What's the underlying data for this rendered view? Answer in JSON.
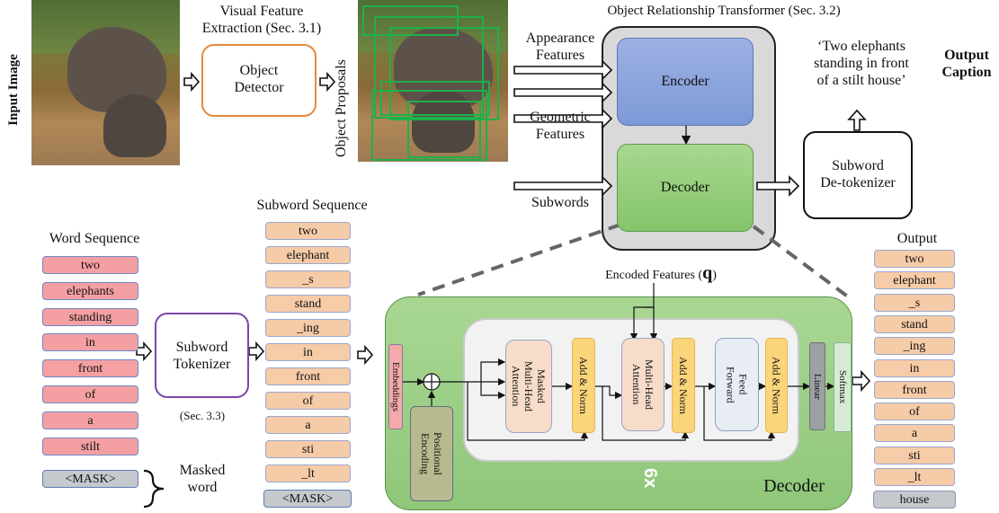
{
  "input_label": "Input Image",
  "visual_feature": {
    "line1": "Visual Feature",
    "line2": "Extraction (Sec. 3.1)"
  },
  "detector": {
    "line1": "Object",
    "line2": "Detector"
  },
  "proposals_label": "Object Proposals",
  "transformer_title": "Object Relationship Transformer (Sec. 3.2)",
  "inputs": {
    "appearance": {
      "line1": "Appearance",
      "line2": "Features"
    },
    "geometric": {
      "line1": "Geometric",
      "line2": "Features"
    },
    "subwords": "Subwords"
  },
  "encoder_label": "Encoder",
  "decoder_label": "Decoder",
  "caption": {
    "line1": "‘Two elephants",
    "line2": "standing in front",
    "line3": "of a stilt house’"
  },
  "output_caption": {
    "line1": "Output",
    "line2": "Caption"
  },
  "detokenizer": {
    "line1": "Subword",
    "line2": "De-tokenizer"
  },
  "word_sequence": {
    "title": "Word Sequence",
    "items": [
      "two",
      "elephants",
      "standing",
      "in",
      "front",
      "of",
      "a",
      "stilt"
    ],
    "mask": "<MASK>",
    "masked_label": {
      "line1": "Masked",
      "line2": "word"
    }
  },
  "tokenizer": {
    "line1": "Subword",
    "line2": "Tokenizer",
    "note": "(Sec. 3.3)"
  },
  "subword_sequence": {
    "title": "Subword Sequence",
    "items": [
      "two",
      "elephant",
      "_s",
      "stand",
      "_ing",
      "in",
      "front",
      "of",
      "a",
      "sti",
      "_lt"
    ],
    "mask": "<MASK>"
  },
  "decoder_detail": {
    "encoded_features": "Encoded Features (",
    "encoded_symbol": "q",
    "encoded_close": ")",
    "embeddings": "Embeddings",
    "positional": "Positional\nEncoding",
    "plus": "+",
    "masked_mha": "Masked\nMulti-Head\nAttention",
    "add_norm": "Add & Norm",
    "mha": "Multi-Head\nAttention",
    "feed_forward": "Feed\nForward",
    "linear": "Linear",
    "softmax": "Softmax",
    "repeat": "6x",
    "title": "Decoder"
  },
  "output_sequence": {
    "title": "Output",
    "items": [
      "two",
      "elephant",
      "_s",
      "stand",
      "_ing",
      "in",
      "front",
      "of",
      "a",
      "sti",
      "_lt"
    ],
    "last": "house"
  },
  "colors": {
    "word": "#f4a0a3",
    "subword": "#f6cba7",
    "mask": "#c5c8cc",
    "encoder": "#8ea7dd",
    "decoder": "#97cf7e",
    "decoder_panel": "#9ccf86",
    "tokenizer_border": "#7a45a8",
    "detector_border": "#e58a3c",
    "proposal_box": "#1fb04a"
  }
}
